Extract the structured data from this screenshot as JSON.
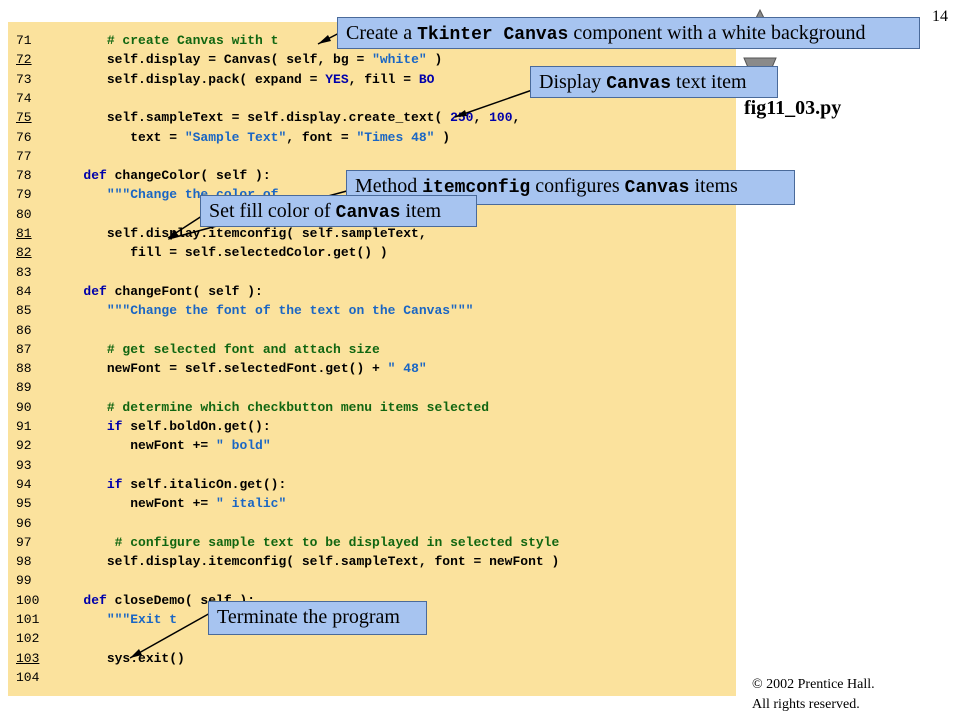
{
  "page_number": "14",
  "file_name": "fig11_03.py",
  "copyright": {
    "line1": "© 2002 Prentice Hall.",
    "line2": "All rights reserved."
  },
  "nav_buttons": [
    "up-arrow-icon",
    "down-arrow-icon"
  ],
  "code_lines": [
    {
      "n": "71",
      "u": false,
      "indent": "      ",
      "segs": [
        {
          "t": "# create Canvas with t",
          "c": "cm"
        }
      ]
    },
    {
      "n": "72",
      "u": true,
      "indent": "      ",
      "segs": [
        {
          "t": "self.display = Canvas( self, bg = ",
          "c": ""
        },
        {
          "t": "\"white\"",
          "c": "st"
        },
        {
          "t": " )",
          "c": ""
        }
      ]
    },
    {
      "n": "73",
      "u": false,
      "indent": "      ",
      "segs": [
        {
          "t": "self.display.pack( expand = ",
          "c": ""
        },
        {
          "t": "YES",
          "c": "kw"
        },
        {
          "t": ", fill = ",
          "c": ""
        },
        {
          "t": "BO",
          "c": "kw"
        }
      ]
    },
    {
      "n": "74",
      "u": false,
      "indent": "",
      "segs": []
    },
    {
      "n": "75",
      "u": true,
      "indent": "      ",
      "segs": [
        {
          "t": "self.sampleText = self.display.create_text( ",
          "c": ""
        },
        {
          "t": "250",
          "c": "kw"
        },
        {
          "t": ", ",
          "c": ""
        },
        {
          "t": "100",
          "c": "kw"
        },
        {
          "t": ",",
          "c": ""
        }
      ]
    },
    {
      "n": "76",
      "u": false,
      "indent": "         ",
      "segs": [
        {
          "t": "text = ",
          "c": ""
        },
        {
          "t": "\"Sample Text\"",
          "c": "st"
        },
        {
          "t": ", font = ",
          "c": ""
        },
        {
          "t": "\"Times 48\"",
          "c": "st"
        },
        {
          "t": " )",
          "c": ""
        }
      ]
    },
    {
      "n": "77",
      "u": false,
      "indent": "",
      "segs": []
    },
    {
      "n": "78",
      "u": false,
      "indent": "   ",
      "segs": [
        {
          "t": "def",
          "c": "kw"
        },
        {
          "t": " changeColor( self ):",
          "c": ""
        }
      ]
    },
    {
      "n": "79",
      "u": false,
      "indent": "      ",
      "segs": [
        {
          "t": "\"\"\"Change the color of",
          "c": "st"
        }
      ]
    },
    {
      "n": "80",
      "u": false,
      "indent": "",
      "segs": []
    },
    {
      "n": "81",
      "u": true,
      "indent": "      ",
      "segs": [
        {
          "t": "self.display.itemconfig( self.sampleText,",
          "c": ""
        }
      ]
    },
    {
      "n": "82",
      "u": true,
      "indent": "         ",
      "segs": [
        {
          "t": "fill = self.selectedColor.get() )",
          "c": ""
        }
      ]
    },
    {
      "n": "83",
      "u": false,
      "indent": "",
      "segs": []
    },
    {
      "n": "84",
      "u": false,
      "indent": "   ",
      "segs": [
        {
          "t": "def",
          "c": "kw"
        },
        {
          "t": " changeFont( self ):",
          "c": ""
        }
      ]
    },
    {
      "n": "85",
      "u": false,
      "indent": "      ",
      "segs": [
        {
          "t": "\"\"\"Change the font of the text on the Canvas\"\"\"",
          "c": "st"
        }
      ]
    },
    {
      "n": "86",
      "u": false,
      "indent": "",
      "segs": []
    },
    {
      "n": "87",
      "u": false,
      "indent": "      ",
      "segs": [
        {
          "t": "# get selected font and attach size",
          "c": "cm"
        }
      ]
    },
    {
      "n": "88",
      "u": false,
      "indent": "      ",
      "segs": [
        {
          "t": "newFont = self.selectedFont.get() + ",
          "c": ""
        },
        {
          "t": "\" 48\"",
          "c": "st"
        }
      ]
    },
    {
      "n": "89",
      "u": false,
      "indent": "",
      "segs": []
    },
    {
      "n": "90",
      "u": false,
      "indent": "      ",
      "segs": [
        {
          "t": "# determine which checkbutton menu items selected",
          "c": "cm"
        }
      ]
    },
    {
      "n": "91",
      "u": false,
      "indent": "      ",
      "segs": [
        {
          "t": "if",
          "c": "kw"
        },
        {
          "t": " self.boldOn.get():",
          "c": ""
        }
      ]
    },
    {
      "n": "92",
      "u": false,
      "indent": "         ",
      "segs": [
        {
          "t": "newFont += ",
          "c": ""
        },
        {
          "t": "\" bold\"",
          "c": "st"
        }
      ]
    },
    {
      "n": "93",
      "u": false,
      "indent": "",
      "segs": []
    },
    {
      "n": "94",
      "u": false,
      "indent": "      ",
      "segs": [
        {
          "t": "if",
          "c": "kw"
        },
        {
          "t": " self.italicOn.get():",
          "c": ""
        }
      ]
    },
    {
      "n": "95",
      "u": false,
      "indent": "         ",
      "segs": [
        {
          "t": "newFont += ",
          "c": ""
        },
        {
          "t": "\" italic\"",
          "c": "st"
        }
      ]
    },
    {
      "n": "96",
      "u": false,
      "indent": "",
      "segs": []
    },
    {
      "n": "97",
      "u": false,
      "indent": "       ",
      "segs": [
        {
          "t": "# configure sample text to be displayed in selected style",
          "c": "cm"
        }
      ]
    },
    {
      "n": "98",
      "u": false,
      "indent": "      ",
      "segs": [
        {
          "t": "self.display.itemconfig( self.sampleText, font = newFont )",
          "c": ""
        }
      ]
    },
    {
      "n": "99",
      "u": false,
      "indent": "",
      "segs": []
    },
    {
      "n": "100",
      "u": false,
      "indent": "   ",
      "segs": [
        {
          "t": "def",
          "c": "kw"
        },
        {
          "t": " closeDemo( self ):",
          "c": ""
        }
      ]
    },
    {
      "n": "101",
      "u": false,
      "indent": "      ",
      "segs": [
        {
          "t": "\"\"\"Exit t",
          "c": "st"
        }
      ]
    },
    {
      "n": "102",
      "u": false,
      "indent": "",
      "segs": []
    },
    {
      "n": "103",
      "u": true,
      "indent": "      ",
      "segs": [
        {
          "t": "sys.exit()",
          "c": ""
        }
      ]
    },
    {
      "n": "104",
      "u": false,
      "indent": "",
      "segs": []
    }
  ],
  "callouts": [
    {
      "segs": [
        {
          "t": "Create a ",
          "code": false
        },
        {
          "t": "Tkinter Canvas",
          "code": true
        },
        {
          "t": " component with a white background",
          "code": false
        }
      ]
    },
    {
      "segs": [
        {
          "t": "Display ",
          "code": false
        },
        {
          "t": "Canvas",
          "code": true
        },
        {
          "t": " text item",
          "code": false
        }
      ]
    },
    {
      "segs": [
        {
          "t": "Method ",
          "code": false
        },
        {
          "t": "itemconfig",
          "code": true
        },
        {
          "t": " configures ",
          "code": false
        },
        {
          "t": "Canvas",
          "code": true
        },
        {
          "t": " items",
          "code": false
        }
      ]
    },
    {
      "segs": [
        {
          "t": "Set fill color of ",
          "code": false
        },
        {
          "t": "Canvas",
          "code": true
        },
        {
          "t": " item",
          "code": false
        }
      ]
    },
    {
      "segs": [
        {
          "t": "Terminate the program",
          "code": false
        }
      ]
    }
  ]
}
